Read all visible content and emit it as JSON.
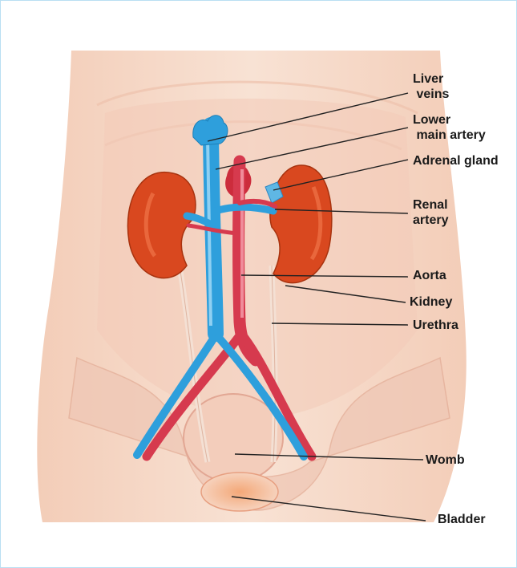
{
  "labels": {
    "liver_veins": "Liver\n veins",
    "lower_main_artery": "Lower\n main artery",
    "adrenal_gland": "Adrenal gland",
    "renal_artery": "Renal\nartery",
    "aorta": "Aorta",
    "kidney": "Kidney",
    "urethra": "Urethra",
    "womb": "Womb",
    "bladder": "Bladder"
  },
  "colors": {
    "kidney": "#d9481f",
    "vein": "#2e9fdc",
    "artery": "#d63a4e",
    "skin": "#f6d9c6"
  }
}
